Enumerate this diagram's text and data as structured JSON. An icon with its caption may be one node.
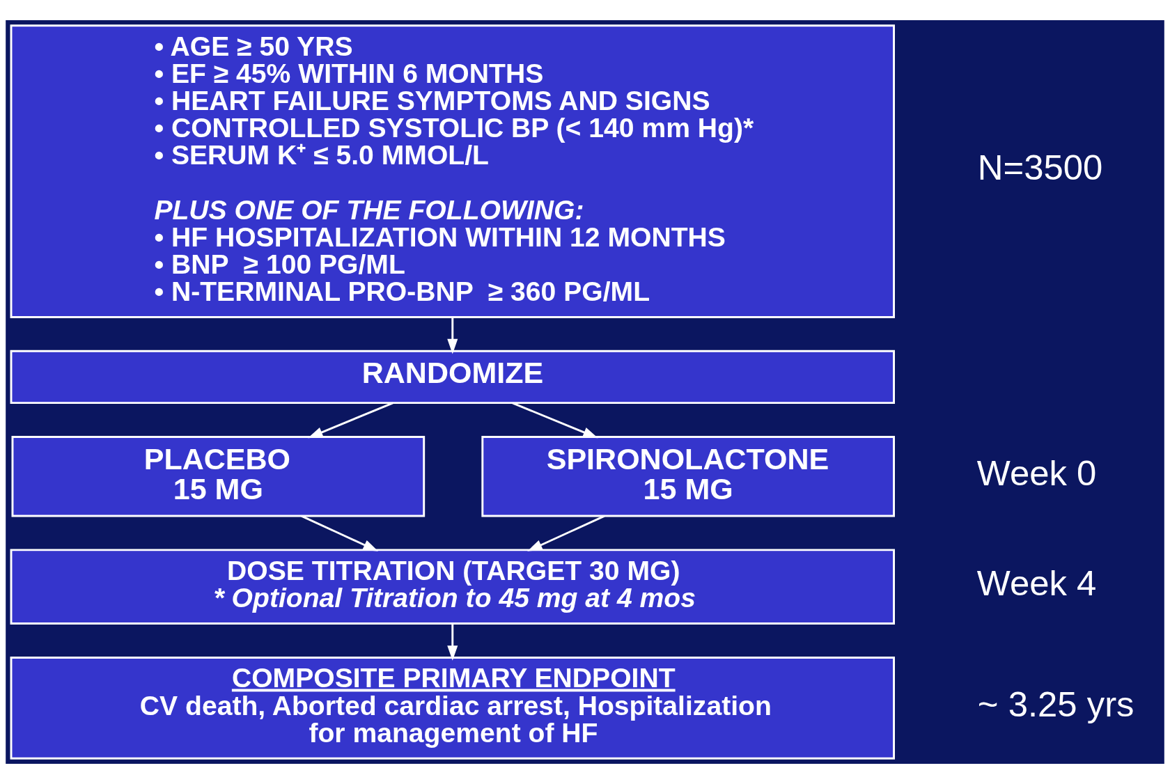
{
  "diagram": {
    "nodes": [
      {
        "text": [
          "• AGE ≥ 50 YRS",
          "• EF ≥ 45% WITHIN 6 MONTHS",
          "• HEART FAILURE SYMPTOMS AND SIGNS",
          "• CONTROLLED SYSTOLIC BP (< 140 mm Hg)*",
          "• SERUM K⁺ ≤ 5.0 MMOL/L",
          "PLUS ONE OF THE FOLLOWING:",
          "• HF HOSPITALIZATION WITHIN 12 MONTHS",
          "• BNP  ≥ 100 PG/ML",
          "• N-TERMINAL PRO-BNP  ≥ 360 PG/ML"
        ]
      },
      {
        "text": [
          "RANDOMIZE"
        ]
      },
      {
        "text": [
          "PLACEBO 15 MG"
        ]
      },
      {
        "text": [
          "SPIRONOLACTONE 15 MG"
        ]
      },
      {
        "text": [
          "DOSE TITRATION (TARGET 30 MG)",
          "* Optional Titration to 45 mg at 4 mos"
        ]
      },
      {
        "text": [
          "COMPOSITE PRIMARY ENDPOINT",
          "CV death, Aborted cardiac arrest, Hospitalization for management of HF"
        ]
      }
    ],
    "edges": [
      {
        "from": 0,
        "to": 1,
        "arrow": "to"
      },
      {
        "from": 1,
        "to": 2,
        "arrow": "to"
      },
      {
        "from": 1,
        "to": 3,
        "arrow": "to"
      },
      {
        "from": 2,
        "to": 4,
        "arrow": "to"
      },
      {
        "from": 3,
        "to": 4,
        "arrow": "to"
      },
      {
        "from": 4,
        "to": 5,
        "arrow": "to"
      }
    ],
    "labels": [
      "N=3500",
      "Week 0",
      "Week 4",
      "~ 3.25 yrs"
    ]
  }
}
